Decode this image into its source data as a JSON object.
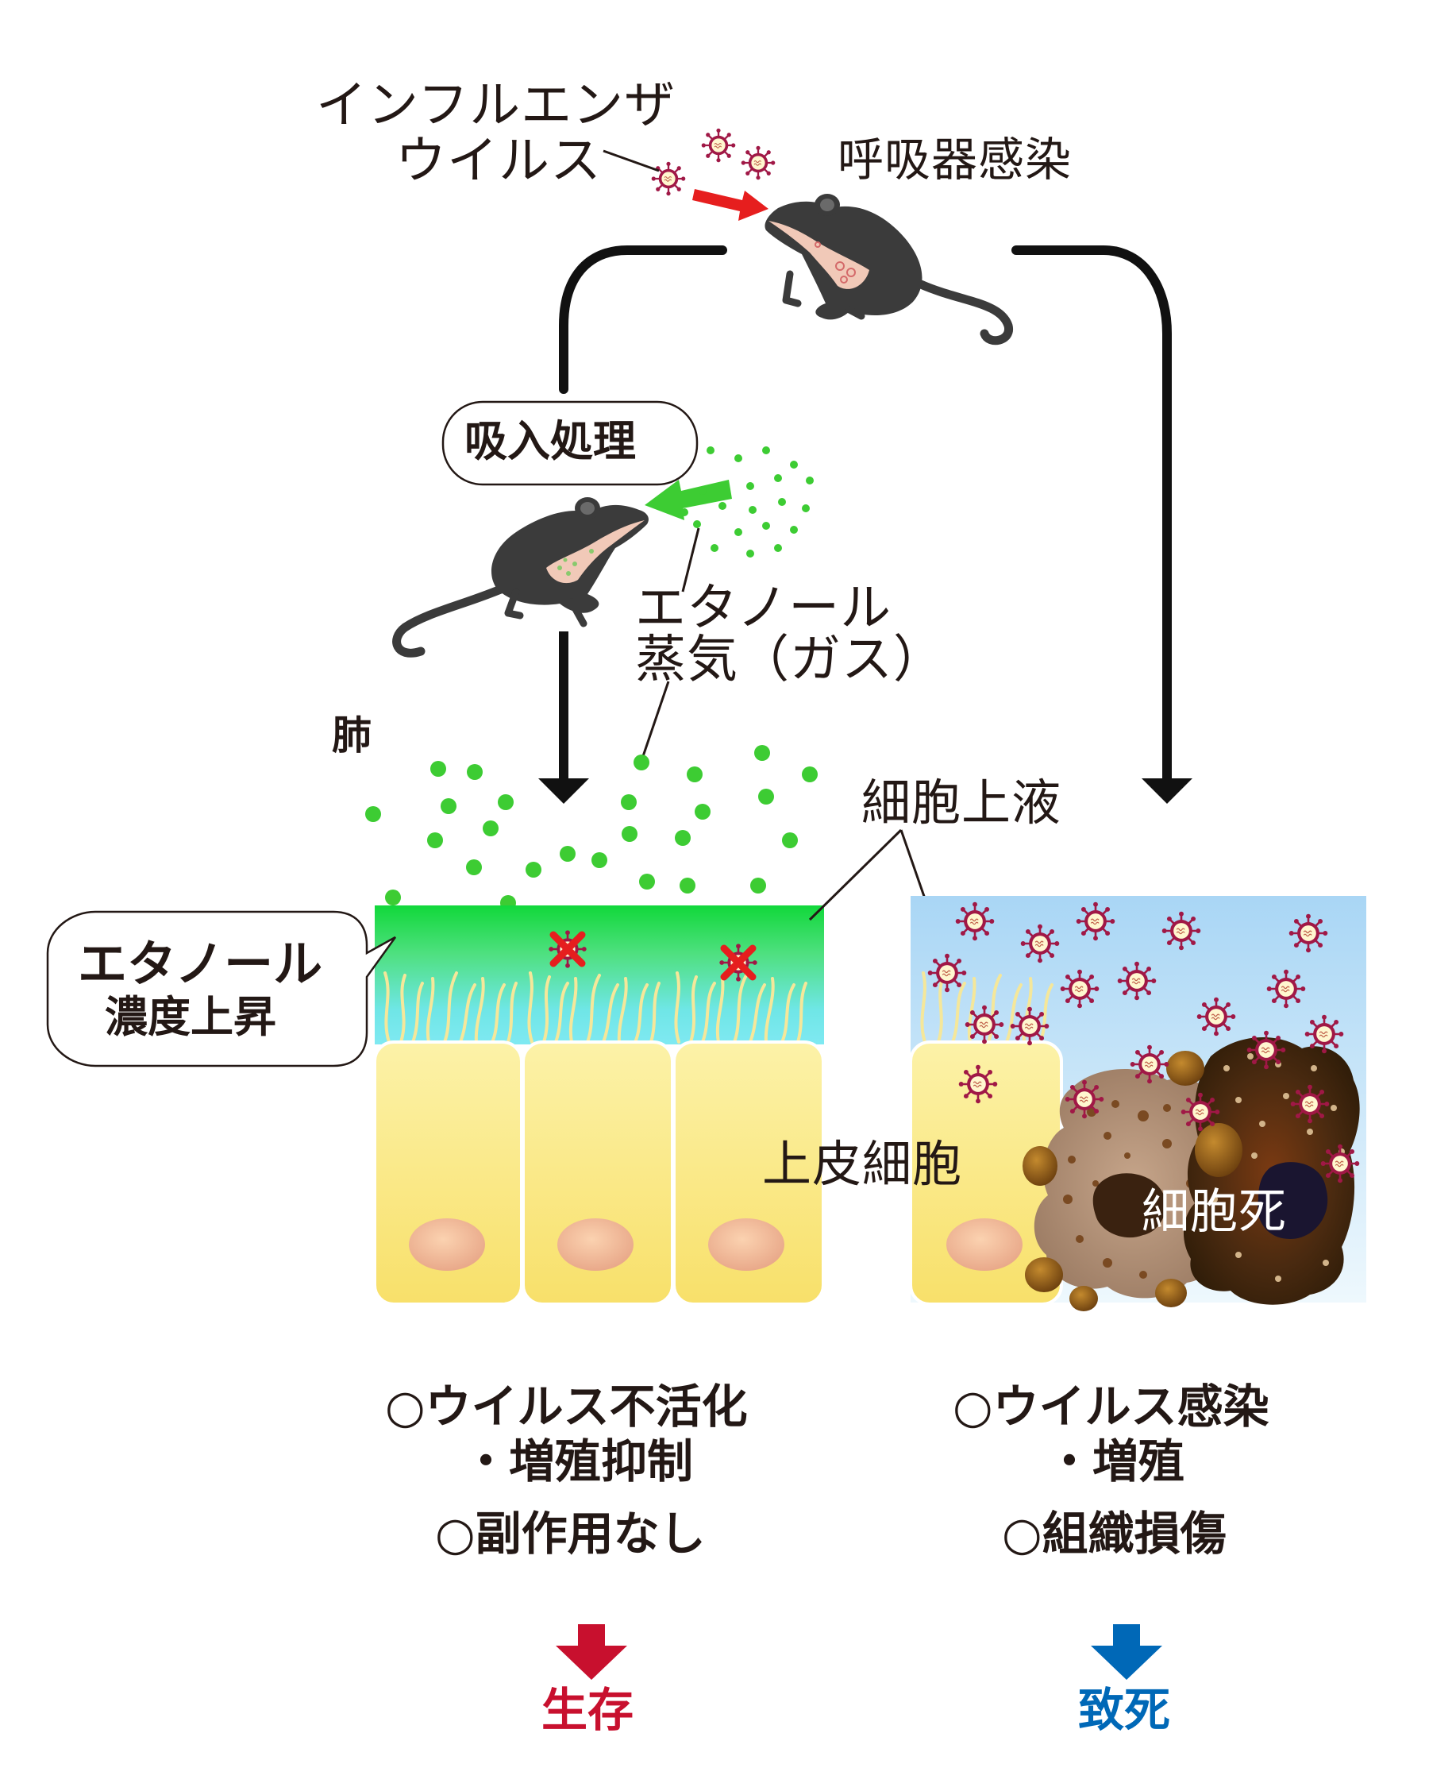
{
  "labels": {
    "virus_line1": "インフルエンザ",
    "virus_line2": "ウイルス",
    "respiratory_infection": "呼吸器感染",
    "inhalation_treatment": "吸入処理",
    "ethanol_vapor_line1": "エタノール",
    "ethanol_vapor_line2": "蒸気（ガス）",
    "lung": "肺",
    "cell_supernatant": "細胞上液",
    "ethanol_rise_line1": "エタノール",
    "ethanol_rise_line2": "濃度上昇",
    "epithelial_cells": "上皮細胞",
    "cell_death": "細胞死"
  },
  "outcomes": {
    "left": {
      "line1": "○ウイルス不活化",
      "line2": "・増殖抑制",
      "line3": "○副作用なし",
      "result": "生存"
    },
    "right": {
      "line1": "○ウイルス感染",
      "line2": "・増殖",
      "line3": "○組織損傷",
      "result": "致死"
    }
  },
  "colors": {
    "survival": "#c8102e",
    "death": "#0068b7",
    "ethanol_green": "#3dcc33",
    "virus": "#a01846",
    "cell_yellow": "#fbe98a"
  }
}
